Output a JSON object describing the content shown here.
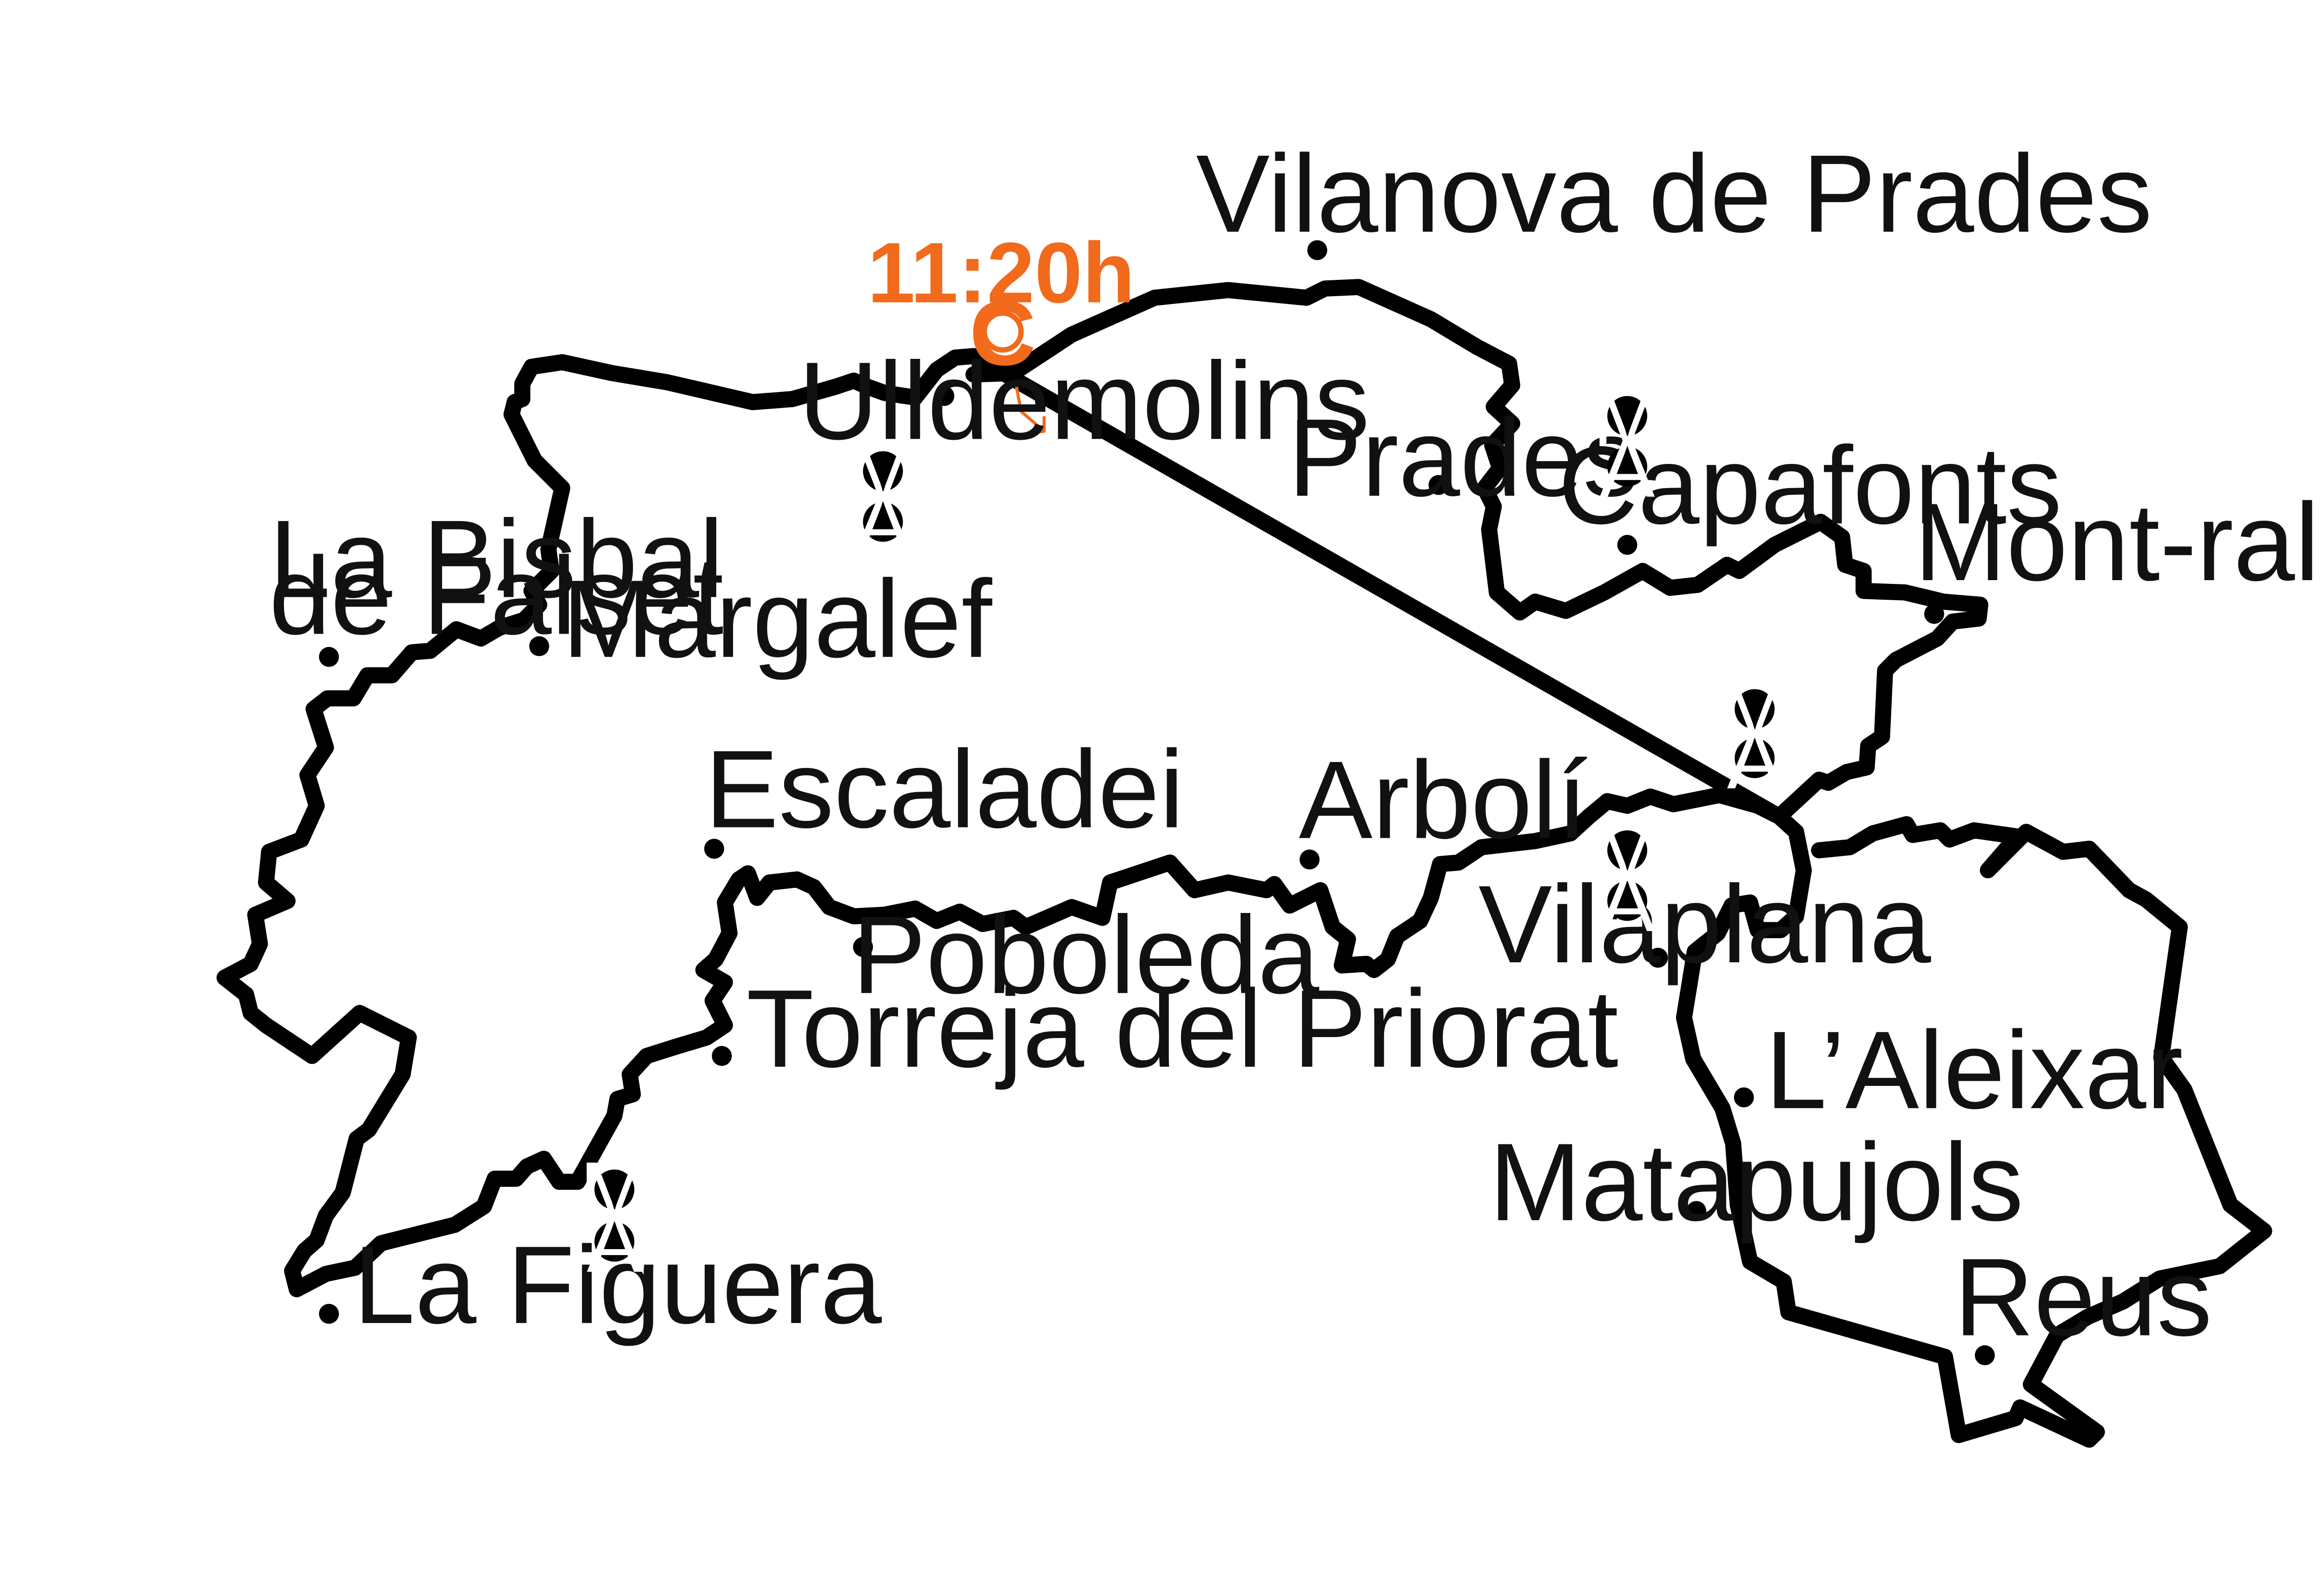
{
  "colors": {
    "route": "#000000",
    "accent": "#f26a1b",
    "badge_fill": "#000000",
    "badge_text": "#ffffff"
  },
  "start": {
    "time": "11:20h",
    "letter": "C",
    "direction_icon": "arrow-down-right-icon"
  },
  "towns": {
    "vilanova": "Vilanova de Prades",
    "ulldemolins": "Ulldemolins",
    "prades": "Prades",
    "capafonts": "Capafonts",
    "montral": "Mont-ral",
    "bisbal_1": "La Bisbal",
    "bisbal_2": "de Falset",
    "margalef": "Margalef",
    "escaladei": "Escaladei",
    "arboli": "Arbolí",
    "poboleda": "Poboleda",
    "vilaplana": "Vilaplana",
    "torreja": "Torreja del Priorat",
    "laleixar": "L’Aleixar",
    "matapujols": "Matapujols",
    "lafiguera": "La Figuera",
    "reus": "Reus"
  },
  "badges": {
    "m": "M",
    "a": "A"
  }
}
